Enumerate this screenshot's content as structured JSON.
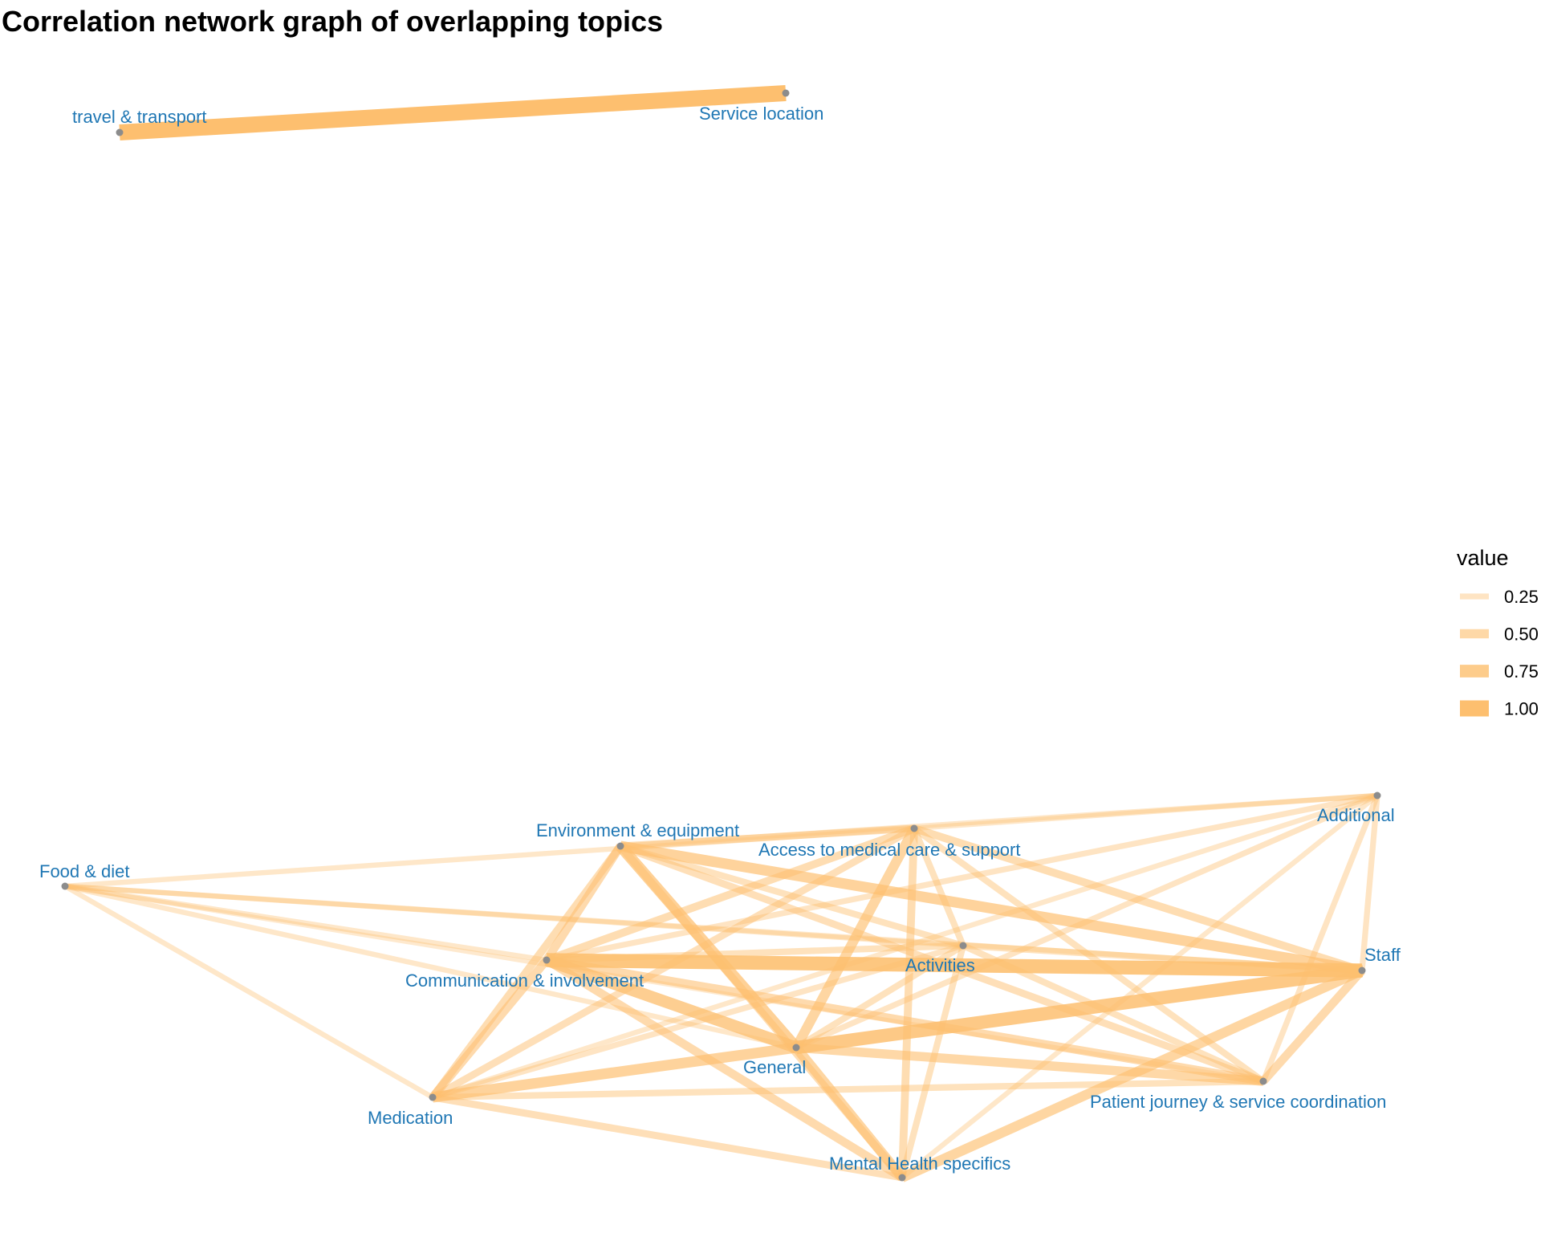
{
  "chart_data": {
    "type": "network",
    "title": "Correlation network graph of overlapping topics",
    "edge_color": "#fdbf6f",
    "node_color": "#8c8c8c",
    "label_color": "#1f77b4",
    "legend": {
      "title": "value",
      "placement": "right",
      "entries": [
        {
          "label": "0.25",
          "value": 0.25
        },
        {
          "label": "0.50",
          "value": 0.5
        },
        {
          "label": "0.75",
          "value": 0.75
        },
        {
          "label": "1.00",
          "value": 1.0
        }
      ]
    },
    "nodes": [
      {
        "id": "travel",
        "label": "travel & transport"
      },
      {
        "id": "service_location",
        "label": "Service location"
      },
      {
        "id": "food",
        "label": "Food & diet"
      },
      {
        "id": "environment",
        "label": "Environment & equipment"
      },
      {
        "id": "access",
        "label": "Access to medical care & support"
      },
      {
        "id": "additional",
        "label": "Additional"
      },
      {
        "id": "activities",
        "label": "Activities"
      },
      {
        "id": "staff",
        "label": "Staff"
      },
      {
        "id": "communication",
        "label": "Communication & involvement"
      },
      {
        "id": "general",
        "label": "General"
      },
      {
        "id": "medication",
        "label": "Medication"
      },
      {
        "id": "patient_journey",
        "label": "Patient journey & service coordination"
      },
      {
        "id": "mental_health",
        "label": "Mental Health specifics"
      }
    ],
    "edges": [
      {
        "source": "travel",
        "target": "service_location",
        "value": 1.0
      },
      {
        "source": "communication",
        "target": "staff",
        "value": 0.85
      },
      {
        "source": "general",
        "target": "staff",
        "value": 0.8
      },
      {
        "source": "environment",
        "target": "staff",
        "value": 0.6
      },
      {
        "source": "environment",
        "target": "general",
        "value": 0.65
      },
      {
        "source": "communication",
        "target": "general",
        "value": 0.7
      },
      {
        "source": "medication",
        "target": "general",
        "value": 0.6
      },
      {
        "source": "access",
        "target": "general",
        "value": 0.55
      },
      {
        "source": "general",
        "target": "mental_health",
        "value": 0.55
      },
      {
        "source": "staff",
        "target": "mental_health",
        "value": 0.55
      },
      {
        "source": "general",
        "target": "patient_journey",
        "value": 0.5
      },
      {
        "source": "communication",
        "target": "patient_journey",
        "value": 0.45
      },
      {
        "source": "communication",
        "target": "mental_health",
        "value": 0.45
      },
      {
        "source": "staff",
        "target": "patient_journey",
        "value": 0.45
      },
      {
        "source": "environment",
        "target": "communication",
        "value": 0.45
      },
      {
        "source": "medication",
        "target": "communication",
        "value": 0.45
      },
      {
        "source": "medication",
        "target": "environment",
        "value": 0.4
      },
      {
        "source": "access",
        "target": "communication",
        "value": 0.4
      },
      {
        "source": "access",
        "target": "staff",
        "value": 0.4
      },
      {
        "source": "access",
        "target": "mental_health",
        "value": 0.4
      },
      {
        "source": "environment",
        "target": "mental_health",
        "value": 0.4
      },
      {
        "source": "environment",
        "target": "patient_journey",
        "value": 0.35
      },
      {
        "source": "access",
        "target": "environment",
        "value": 0.35
      },
      {
        "source": "access",
        "target": "medication",
        "value": 0.35
      },
      {
        "source": "medication",
        "target": "mental_health",
        "value": 0.35
      },
      {
        "source": "medication",
        "target": "patient_journey",
        "value": 0.3
      },
      {
        "source": "activities",
        "target": "communication",
        "value": 0.3
      },
      {
        "source": "activities",
        "target": "general",
        "value": 0.3
      },
      {
        "source": "activities",
        "target": "access",
        "value": 0.3
      },
      {
        "source": "activities",
        "target": "environment",
        "value": 0.3
      },
      {
        "source": "activities",
        "target": "mental_health",
        "value": 0.3
      },
      {
        "source": "activities",
        "target": "staff",
        "value": 0.3
      },
      {
        "source": "activities",
        "target": "medication",
        "value": 0.25
      },
      {
        "source": "activities",
        "target": "patient_journey",
        "value": 0.3
      },
      {
        "source": "access",
        "target": "patient_journey",
        "value": 0.3
      },
      {
        "source": "additional",
        "target": "communication",
        "value": 0.25
      },
      {
        "source": "additional",
        "target": "general",
        "value": 0.25
      },
      {
        "source": "additional",
        "target": "access",
        "value": 0.2
      },
      {
        "source": "additional",
        "target": "staff",
        "value": 0.25
      },
      {
        "source": "additional",
        "target": "patient_journey",
        "value": 0.25
      },
      {
        "source": "additional",
        "target": "mental_health",
        "value": 0.2
      },
      {
        "source": "additional",
        "target": "environment",
        "value": 0.2
      },
      {
        "source": "additional",
        "target": "medication",
        "value": 0.2
      },
      {
        "source": "food",
        "target": "access",
        "value": 0.2
      },
      {
        "source": "food",
        "target": "communication",
        "value": 0.2
      },
      {
        "source": "food",
        "target": "medication",
        "value": 0.2
      },
      {
        "source": "food",
        "target": "general",
        "value": 0.2
      },
      {
        "source": "food",
        "target": "staff",
        "value": 0.2
      },
      {
        "source": "food",
        "target": "activities",
        "value": 0.2
      },
      {
        "source": "food",
        "target": "patient_journey",
        "value": 0.15
      }
    ]
  }
}
